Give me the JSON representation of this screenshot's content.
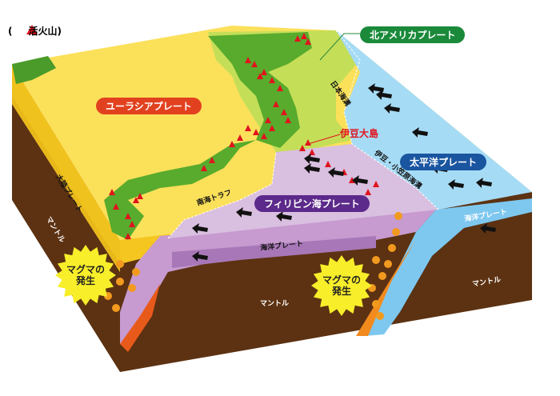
{
  "legend": {
    "open": "(",
    "icon": "red-triangle-volcano-icon",
    "label": "活火山",
    "close": ")"
  },
  "plates": {
    "north_american": "北アメリカプレート",
    "eurasian": "ユーラシアプレート",
    "pacific": "太平洋プレート",
    "philippine": "フィリピン海プレート",
    "continental": "大陸プレート",
    "oceanic_left": "海洋プレート",
    "oceanic_right": "海洋プレート"
  },
  "features": {
    "japan_trench": "日本海溝",
    "izu_ogasawara_trench": "伊豆・小笠原海溝",
    "nankai_trough": "南海トラフ",
    "izu_oshima": "伊豆大島",
    "mantle_left": "マントル",
    "mantle_center": "マントル",
    "mantle_right": "マントル"
  },
  "magma": {
    "left": "マグマの\n発生",
    "right": "マグマの\n発生"
  },
  "colors": {
    "north_american": "#1a8a3a",
    "eurasian": "#e2411f",
    "pacific": "#1a55a0",
    "philippine": "#5c2a8a",
    "volcano": "#e0141e"
  }
}
